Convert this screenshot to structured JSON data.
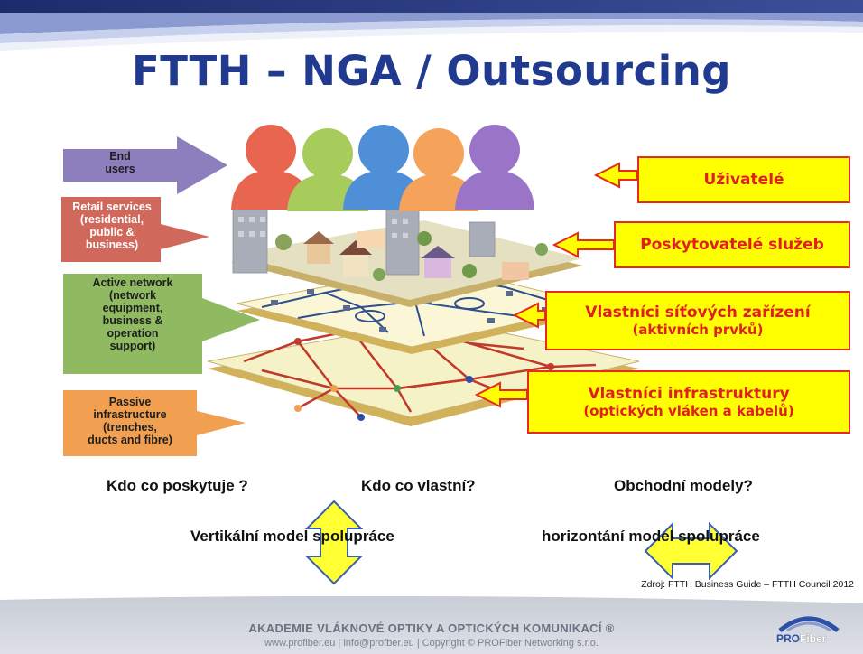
{
  "title": "FTTH – NGA / Outsourcing",
  "layers": [
    {
      "lines": [
        "End",
        "users"
      ],
      "color": "#8d7fbe"
    },
    {
      "lines": [
        "Retail services",
        "(residential,",
        "public &",
        "business)"
      ],
      "color": "#d0695b"
    },
    {
      "lines": [
        "Active network",
        "(network",
        "equipment,",
        "business &",
        "operation",
        "support)"
      ],
      "color": "#8fba62"
    },
    {
      "lines": [
        "Passive",
        "infrastructure",
        "(trenches,",
        "ducts and fibre)"
      ],
      "color": "#f0a050"
    }
  ],
  "roles": [
    {
      "line1": "Uživatelé",
      "line2": ""
    },
    {
      "line1": "Poskytovatelé služeb",
      "line2": ""
    },
    {
      "line1": "Vlastníci síťových zařízení",
      "line2": "(aktivních prvků)"
    },
    {
      "line1": "Vlastníci infrastruktury",
      "line2": "(optických vláken a kabelů)"
    }
  ],
  "questions": {
    "q1": "Kdo co poskytuje ?",
    "q2": "Kdo co vlastní?",
    "q3": "Obchodní modely?"
  },
  "models": {
    "vertical": "Vertikální model spolupráce",
    "horizontal": "horizontání model spolupráce"
  },
  "people_colors": [
    "#e8664f",
    "#a7cc5c",
    "#4f8fd8",
    "#f5a25a",
    "#9a74c6"
  ],
  "arrow_color": "#ffff00",
  "source": "Zdroj:  FTTH Business Guide – FTTH Council 2012",
  "footer": {
    "line1": "AKADEMIE VLÁKNOVÉ OPTIKY  A OPTICKÝCH KOMUNIKACÍ ®",
    "line2": "www.profiber.eu  |  info@profber.eu  | Copyright © PROFiber Networking s.r.o."
  },
  "logo": {
    "part1": "PRO",
    "part2": "Fiber"
  }
}
